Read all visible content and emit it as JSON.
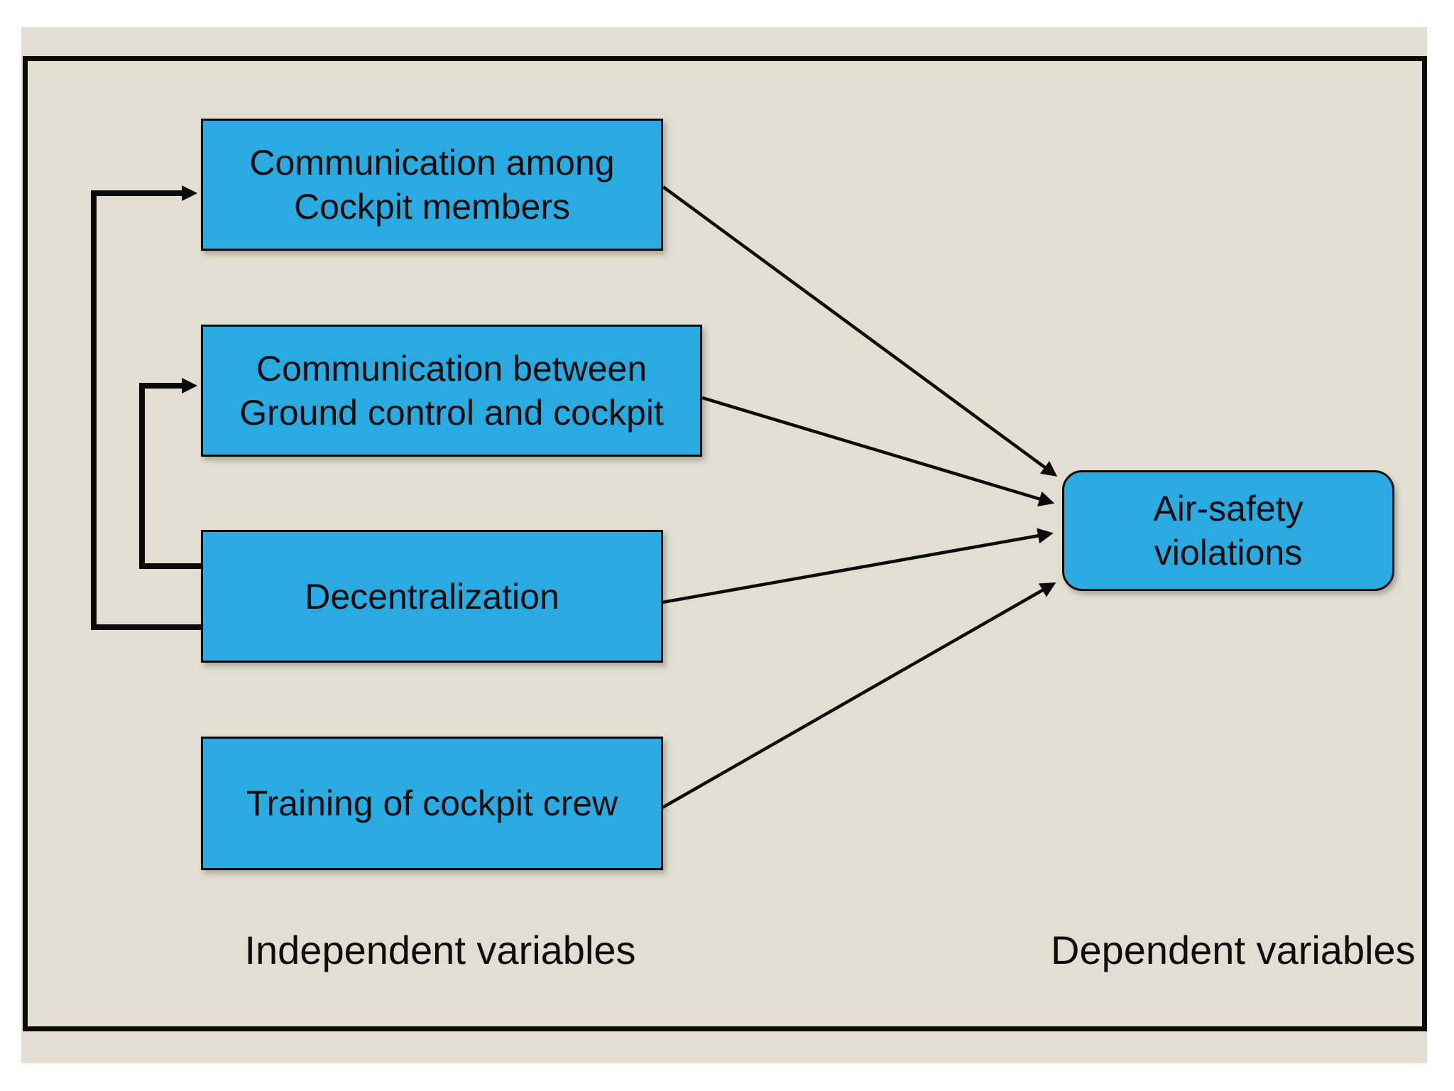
{
  "colors": {
    "page_background": "#ffffff",
    "slide_background": "#e2dfd2",
    "box_fill": "#29abe2",
    "line_and_border": "#0b0b0b",
    "text": "#0d0d0d"
  },
  "independent": {
    "section_label": "Independent variables",
    "boxes": [
      {
        "id": "communication-among-cockpit-members",
        "label": "Communication among\nCockpit members"
      },
      {
        "id": "communication-ground-control-cockpit",
        "label": "Communication between\nGround control and cockpit"
      },
      {
        "id": "decentralization",
        "label": "Decentralization"
      },
      {
        "id": "training-cockpit-crew",
        "label": "Training of cockpit crew"
      }
    ]
  },
  "dependent": {
    "section_label": "Dependent variables",
    "boxes": [
      {
        "id": "air-safety-violations",
        "label": "Air-safety\nviolations"
      }
    ]
  },
  "arrows": [
    {
      "from": "communication-among-cockpit-members",
      "to": "air-safety-violations"
    },
    {
      "from": "communication-ground-control-cockpit",
      "to": "air-safety-violations"
    },
    {
      "from": "decentralization",
      "to": "air-safety-violations"
    },
    {
      "from": "training-cockpit-crew",
      "to": "air-safety-violations"
    },
    {
      "from": "decentralization",
      "to": "communication-among-cockpit-members"
    },
    {
      "from": "decentralization",
      "to": "communication-ground-control-cockpit"
    }
  ]
}
